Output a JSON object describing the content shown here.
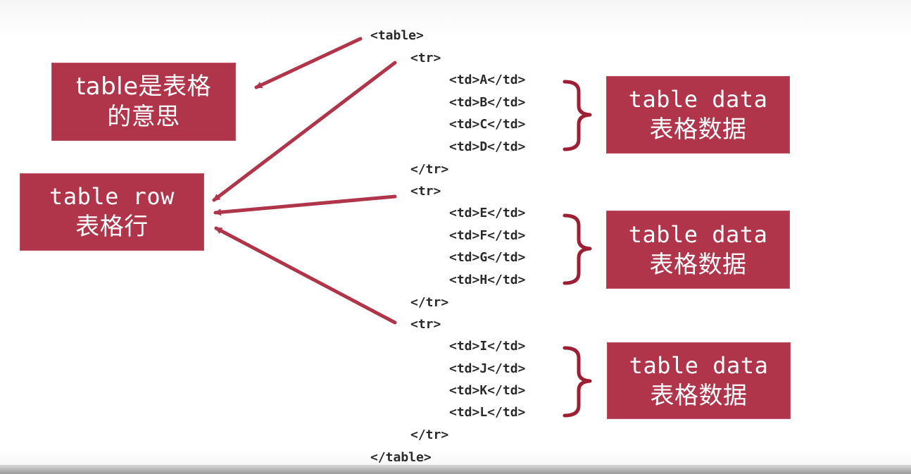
{
  "colors": {
    "box_fill": "#b0354a",
    "arrow": "#b0354a",
    "brace": "#9e1f33",
    "code_text": "#2a2a2a"
  },
  "boxes": {
    "table_meaning": {
      "line1": "table是表格",
      "line2": "的意思"
    },
    "table_row": {
      "line1": "table row",
      "line2": "表格行"
    },
    "table_data": [
      {
        "line1": "table data",
        "line2": "表格数据"
      },
      {
        "line1": "table data",
        "line2": "表格数据"
      },
      {
        "line1": "table data",
        "line2": "表格数据"
      }
    ]
  },
  "code": {
    "table_open": "<table>",
    "table_close": "</table>",
    "rows": [
      {
        "open": "<tr>",
        "cells": [
          "<td>A</td>",
          "<td>B</td>",
          "<td>C</td>",
          "<td>D</td>"
        ],
        "close": "</tr>"
      },
      {
        "open": "<tr>",
        "cells": [
          "<td>E</td>",
          "<td>F</td>",
          "<td>G</td>",
          "<td>H</td>"
        ],
        "close": "</tr>"
      },
      {
        "open": "<tr>",
        "cells": [
          "<td>I</td>",
          "<td>J</td>",
          "<td>K</td>",
          "<td>L</td>"
        ],
        "close": "</tr>"
      }
    ]
  }
}
